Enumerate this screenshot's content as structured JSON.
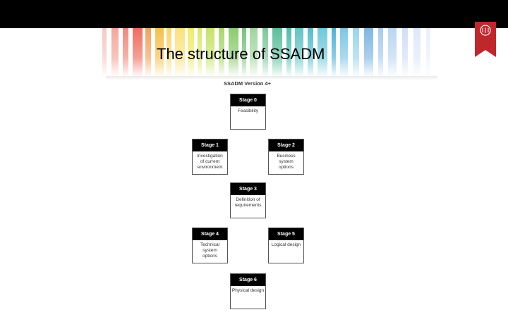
{
  "slide": {
    "title": "The structure of SSADM"
  },
  "diagram": {
    "title": "SSADM Version 4+",
    "stages": [
      {
        "label": "Stage 0",
        "name": "Feasibility"
      },
      {
        "label": "Stage 1",
        "name": "Investigation\nof current\nenvironment"
      },
      {
        "label": "Stage 2",
        "name": "Business\nsystem\noptions"
      },
      {
        "label": "Stage 3",
        "name": "Definition of\nrequirements"
      },
      {
        "label": "Stage 4",
        "name": "Technical\nsystem\noptions"
      },
      {
        "label": "Stage 5",
        "name": "Logical design"
      },
      {
        "label": "Stage 6",
        "name": "Physical design"
      }
    ]
  },
  "colors": {
    "topbar": "#000000",
    "ribbon": "#c0272d",
    "stage_header": "#000000"
  },
  "icons": {
    "ribbon": "bookmark-ribbon-icon"
  }
}
